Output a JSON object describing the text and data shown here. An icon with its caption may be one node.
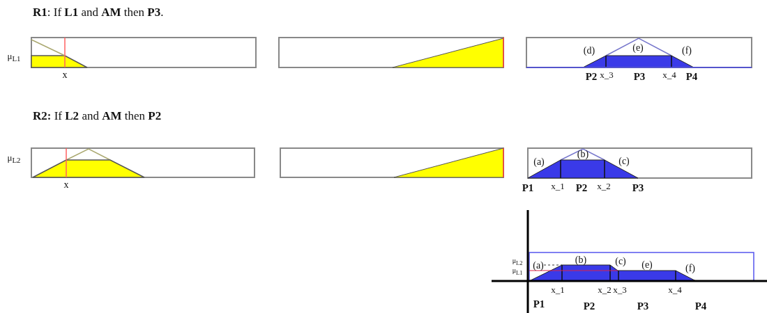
{
  "diagram": {
    "labels": [
      "**R1**: If **L1** and **AM** then **P3**.",
      "μ$_{L1}$",
      "x",
      "(d)",
      "(e)",
      "(f)",
      "P2",
      "x_3",
      "P3",
      "x_4",
      "P4",
      "**R2:** If **L2** and **AM** then **P2**",
      "μ$_{L2}$",
      "x",
      "(a)",
      "(b)",
      "(c)",
      "P1",
      "x_1",
      "P2",
      "x_2",
      "P3",
      "μ$_{L2}$",
      "μ$_{L1}$",
      "(a)",
      "(b)",
      "(c)",
      "(e)",
      "(f)",
      "x_1",
      "x_2",
      "x_3",
      "x_4",
      "P1",
      "P2",
      "P3",
      "P4"
    ]
  }
}
